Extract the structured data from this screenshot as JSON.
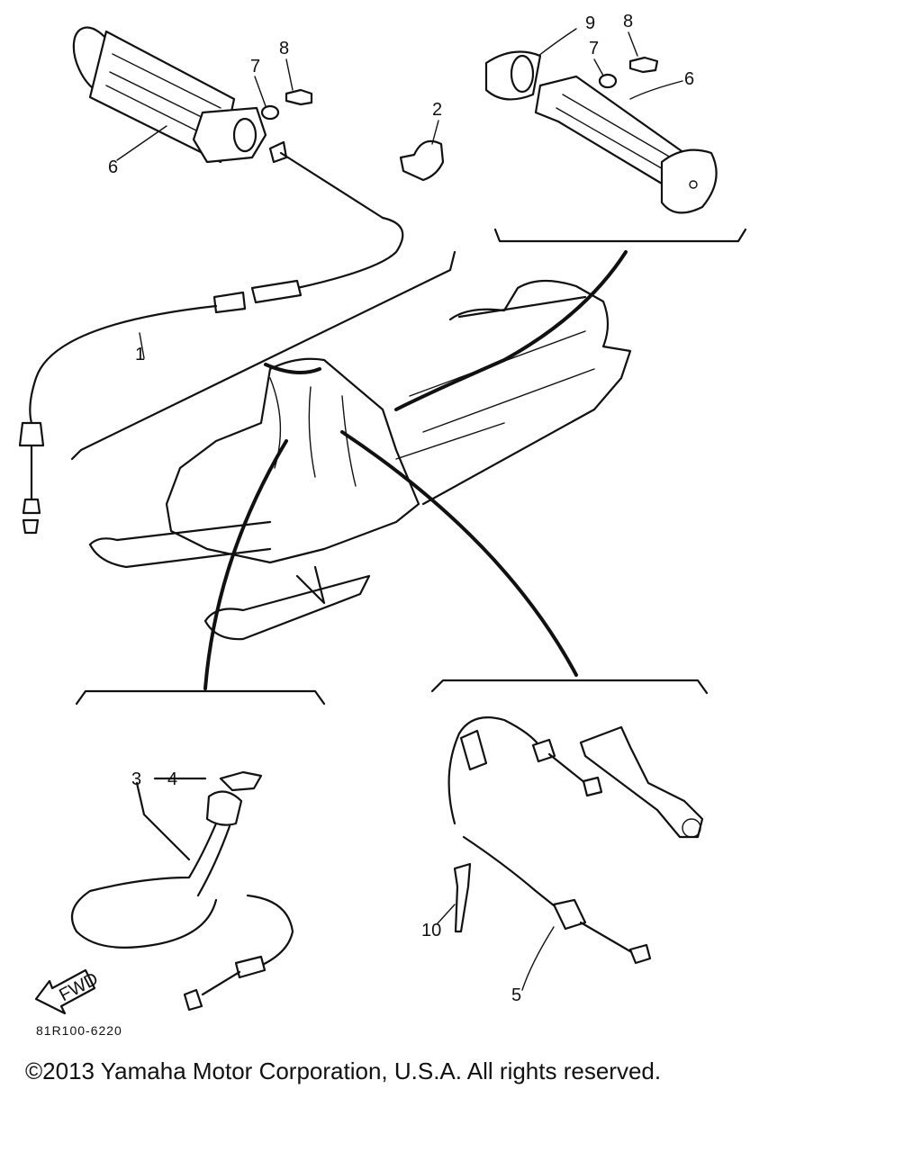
{
  "diagram": {
    "callouts": {
      "c1": "1",
      "c2": "2",
      "c3": "3",
      "c4": "4",
      "c5": "5",
      "c6_left": "6",
      "c6_right": "6",
      "c7_left": "7",
      "c7_right": "7",
      "c8_left": "8",
      "c8_right": "8",
      "c9": "9",
      "c10": "10"
    },
    "fwd_label": "FWD",
    "drawing_code": "81R100-6220"
  },
  "footer": {
    "copyright": "©2013 Yamaha Motor Corporation, U.S.A. All rights reserved."
  }
}
